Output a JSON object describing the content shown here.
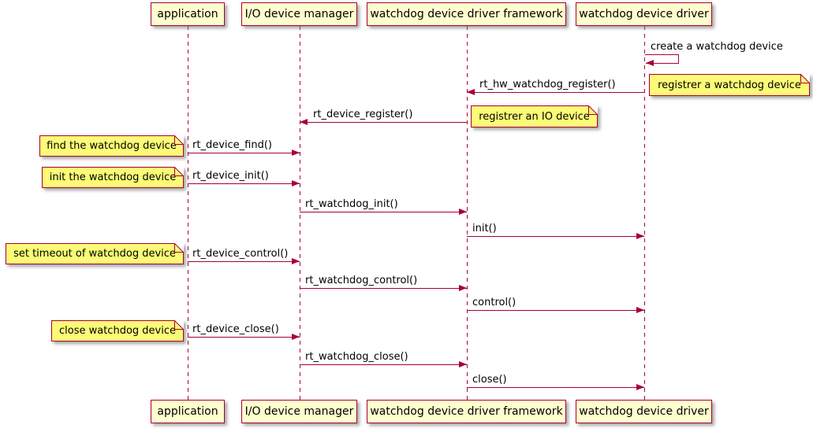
{
  "diagram": {
    "type": "sequence-diagram",
    "participants": [
      {
        "label": "application"
      },
      {
        "label": "I/O device manager"
      },
      {
        "label": "watchdog device driver framework"
      },
      {
        "label": "watchdog device driver"
      }
    ],
    "messages": [
      {
        "label": "create a watchdog device",
        "from": "watchdog device driver",
        "to": "watchdog device driver",
        "kind": "self"
      },
      {
        "label": "rt_hw_watchdog_register()",
        "from": "watchdog device driver",
        "to": "watchdog device driver framework",
        "kind": "call"
      },
      {
        "label": "rt_device_register()",
        "from": "watchdog device driver framework",
        "to": "I/O device manager",
        "kind": "call"
      },
      {
        "label": "rt_device_find()",
        "from": "application",
        "to": "I/O device manager",
        "kind": "call"
      },
      {
        "label": "rt_device_init()",
        "from": "application",
        "to": "I/O device manager",
        "kind": "call"
      },
      {
        "label": "rt_watchdog_init()",
        "from": "I/O device manager",
        "to": "watchdog device driver framework",
        "kind": "call"
      },
      {
        "label": "init()",
        "from": "watchdog device driver framework",
        "to": "watchdog device driver",
        "kind": "call"
      },
      {
        "label": "rt_device_control()",
        "from": "application",
        "to": "I/O device manager",
        "kind": "call"
      },
      {
        "label": "rt_watchdog_control()",
        "from": "I/O device manager",
        "to": "watchdog device driver framework",
        "kind": "call"
      },
      {
        "label": "control()",
        "from": "watchdog device driver framework",
        "to": "watchdog device driver",
        "kind": "call"
      },
      {
        "label": "rt_device_close()",
        "from": "application",
        "to": "I/O device manager",
        "kind": "call"
      },
      {
        "label": "rt_watchdog_close()",
        "from": "I/O device manager",
        "to": "watchdog device driver framework",
        "kind": "call"
      },
      {
        "label": "close()",
        "from": "watchdog device driver framework",
        "to": "watchdog device driver",
        "kind": "call"
      }
    ],
    "notes": [
      {
        "label": "registrer a watchdog device",
        "attached_to": "watchdog device driver"
      },
      {
        "label": "registrer an IO device",
        "attached_to": "watchdog device driver framework"
      },
      {
        "label": "find the watchdog device",
        "attached_to": "application"
      },
      {
        "label": "init the watchdog device",
        "attached_to": "application"
      },
      {
        "label": "set timeout of watchdog device",
        "attached_to": "application"
      },
      {
        "label": "close watchdog device",
        "attached_to": "application"
      }
    ],
    "colors": {
      "accent": "#A80036",
      "participant_fill": "#FEFECE",
      "note_fill": "#FBFB77",
      "text": "#000000",
      "background": "#FFFFFF"
    }
  }
}
